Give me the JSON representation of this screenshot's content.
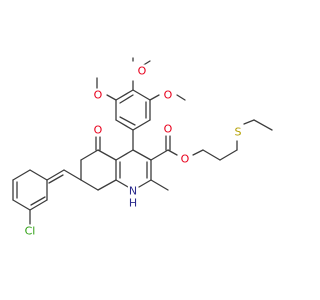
{
  "molecule": {
    "atom_colors": {
      "O": "#e8001c",
      "S": "#b4a000",
      "N": "#2a2a8c",
      "Cl": "#2ea012",
      "C": "#3c3c3c"
    },
    "atom_labels": {
      "o_ome1": "O",
      "o_ome2": "O",
      "o_ome3": "O",
      "o_ketone": "O",
      "o_ester_carbonyl": "O",
      "o_ester": "O",
      "s_thioether": "S",
      "n_amine": "N",
      "h_amine": "H",
      "cl": "Cl"
    }
  }
}
